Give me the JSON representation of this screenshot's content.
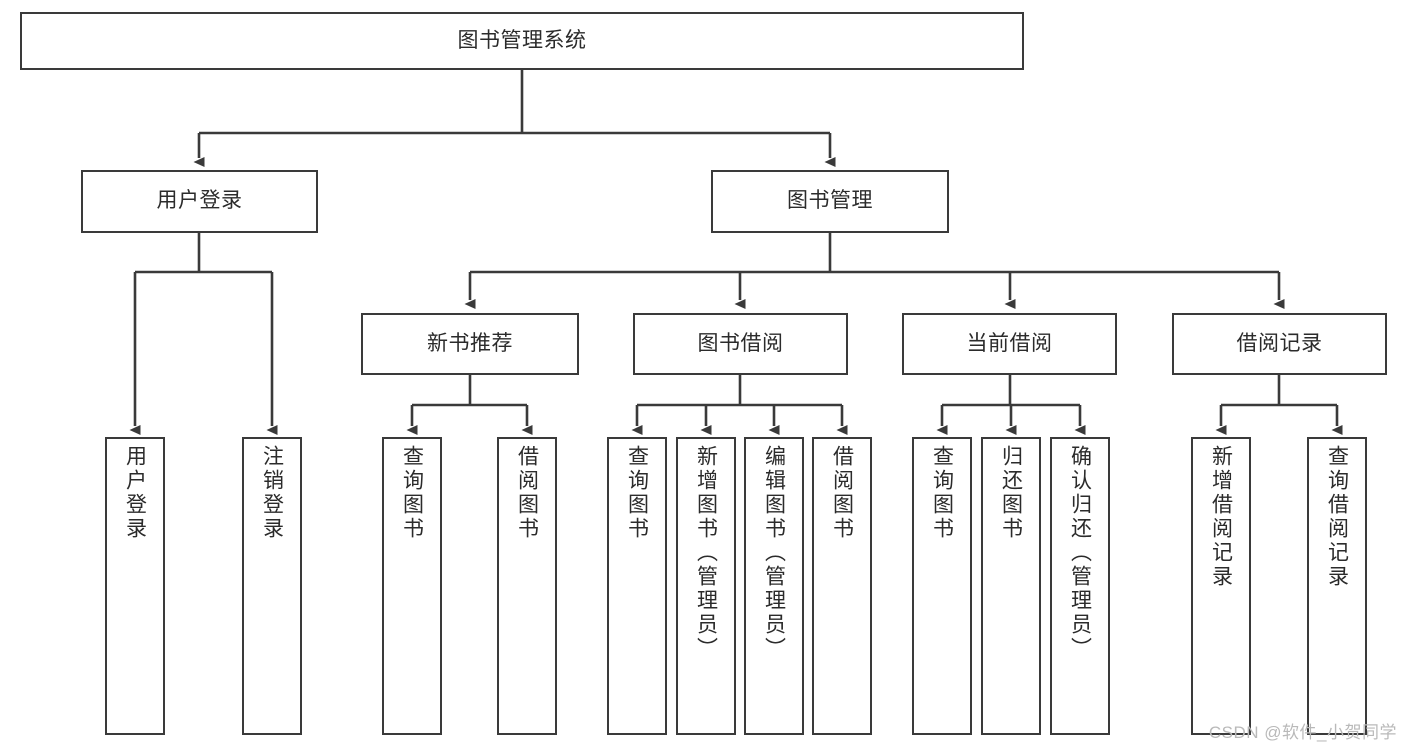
{
  "title": "图书管理系统",
  "watermark": "CSDN @软件_小贺同学",
  "colors": {
    "border": "#3a3a3a",
    "text": "#2b2b2b",
    "background": "#ffffff",
    "watermark": "#b9b9b9"
  },
  "diagram": {
    "type": "tree",
    "orientation": "top-down",
    "root": {
      "label": "图书管理系统",
      "children": [
        {
          "label": "用户登录",
          "children": [
            {
              "label": "用户登录"
            },
            {
              "label": "注销登录"
            }
          ]
        },
        {
          "label": "图书管理",
          "children": [
            {
              "label": "新书推荐",
              "children": [
                {
                  "label": "查询图书"
                },
                {
                  "label": "借阅图书"
                }
              ]
            },
            {
              "label": "图书借阅",
              "children": [
                {
                  "label": "查询图书"
                },
                {
                  "label": "新增图书（管理员）"
                },
                {
                  "label": "编辑图书（管理员）"
                },
                {
                  "label": "借阅图书"
                }
              ]
            },
            {
              "label": "当前借阅",
              "children": [
                {
                  "label": "查询图书"
                },
                {
                  "label": "归还图书"
                },
                {
                  "label": "确认归还（管理员）"
                }
              ]
            },
            {
              "label": "借阅记录",
              "children": [
                {
                  "label": "新增借阅记录"
                },
                {
                  "label": "查询借阅记录"
                }
              ]
            }
          ]
        }
      ]
    }
  },
  "nodes": {
    "root": {
      "label": "图书管理系统"
    },
    "level2": [
      {
        "label": "用户登录"
      },
      {
        "label": "图书管理"
      }
    ],
    "level3": [
      {
        "label": "新书推荐"
      },
      {
        "label": "图书借阅"
      },
      {
        "label": "当前借阅"
      },
      {
        "label": "借阅记录"
      }
    ],
    "leaves": [
      {
        "label": "用户登录"
      },
      {
        "label": "注销登录"
      },
      {
        "label": "查询图书"
      },
      {
        "label": "借阅图书"
      },
      {
        "label": "查询图书"
      },
      {
        "label": "新增图书（管理员）"
      },
      {
        "label": "编辑图书（管理员）"
      },
      {
        "label": "借阅图书"
      },
      {
        "label": "查询图书"
      },
      {
        "label": "归还图书"
      },
      {
        "label": "确认归还（管理员）"
      },
      {
        "label": "新增借阅记录"
      },
      {
        "label": "查询借阅记录"
      }
    ]
  }
}
